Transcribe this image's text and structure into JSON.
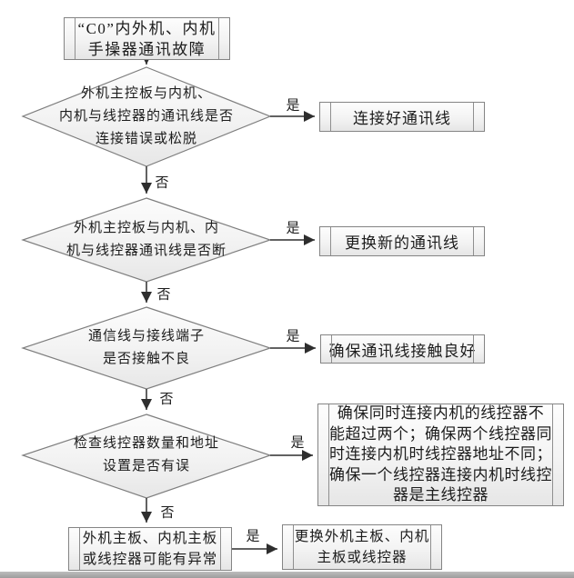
{
  "diagram": {
    "title_box": {
      "text": "“C0”内外机、内机\n手操器通讯故障"
    },
    "decisions": [
      {
        "text": "外机主控板与内机、\n内机与线控器的通讯线是否\n连接错误或松脱"
      },
      {
        "text": "外机主控板与内机、内\n机与线控器通讯线是否断"
      },
      {
        "text": "通信线与接线端子\n是否接触不良"
      },
      {
        "text": "检查线控器数量和地址\n设置是否有误"
      }
    ],
    "actions": [
      {
        "text": "连接好通讯线"
      },
      {
        "text": "更换新的通讯线"
      },
      {
        "text": "确保通讯线接触良好"
      },
      {
        "text": "确保同时连接内机的线控器不\n能超过两个；确保两个线控器同\n时连接内机时线控器地址不同；\n确保一个线控器连接内机时线控\n器是主线控器"
      }
    ],
    "fallback_box": {
      "text": "外机主板、内机主板\n或线控器可能有异常"
    },
    "final_action": {
      "text": "更换外机主板、内机\n主板或线控器"
    },
    "labels": {
      "yes": "是",
      "no": "否"
    },
    "colors": {
      "shape_border": "#848484",
      "shape_fill_top": "#fdfdfd",
      "shape_fill_bottom": "#e6e6e6",
      "arrow": "#2e2e2e",
      "text": "#1c1c1c",
      "bottom_strip": "#a8a8a8"
    }
  }
}
